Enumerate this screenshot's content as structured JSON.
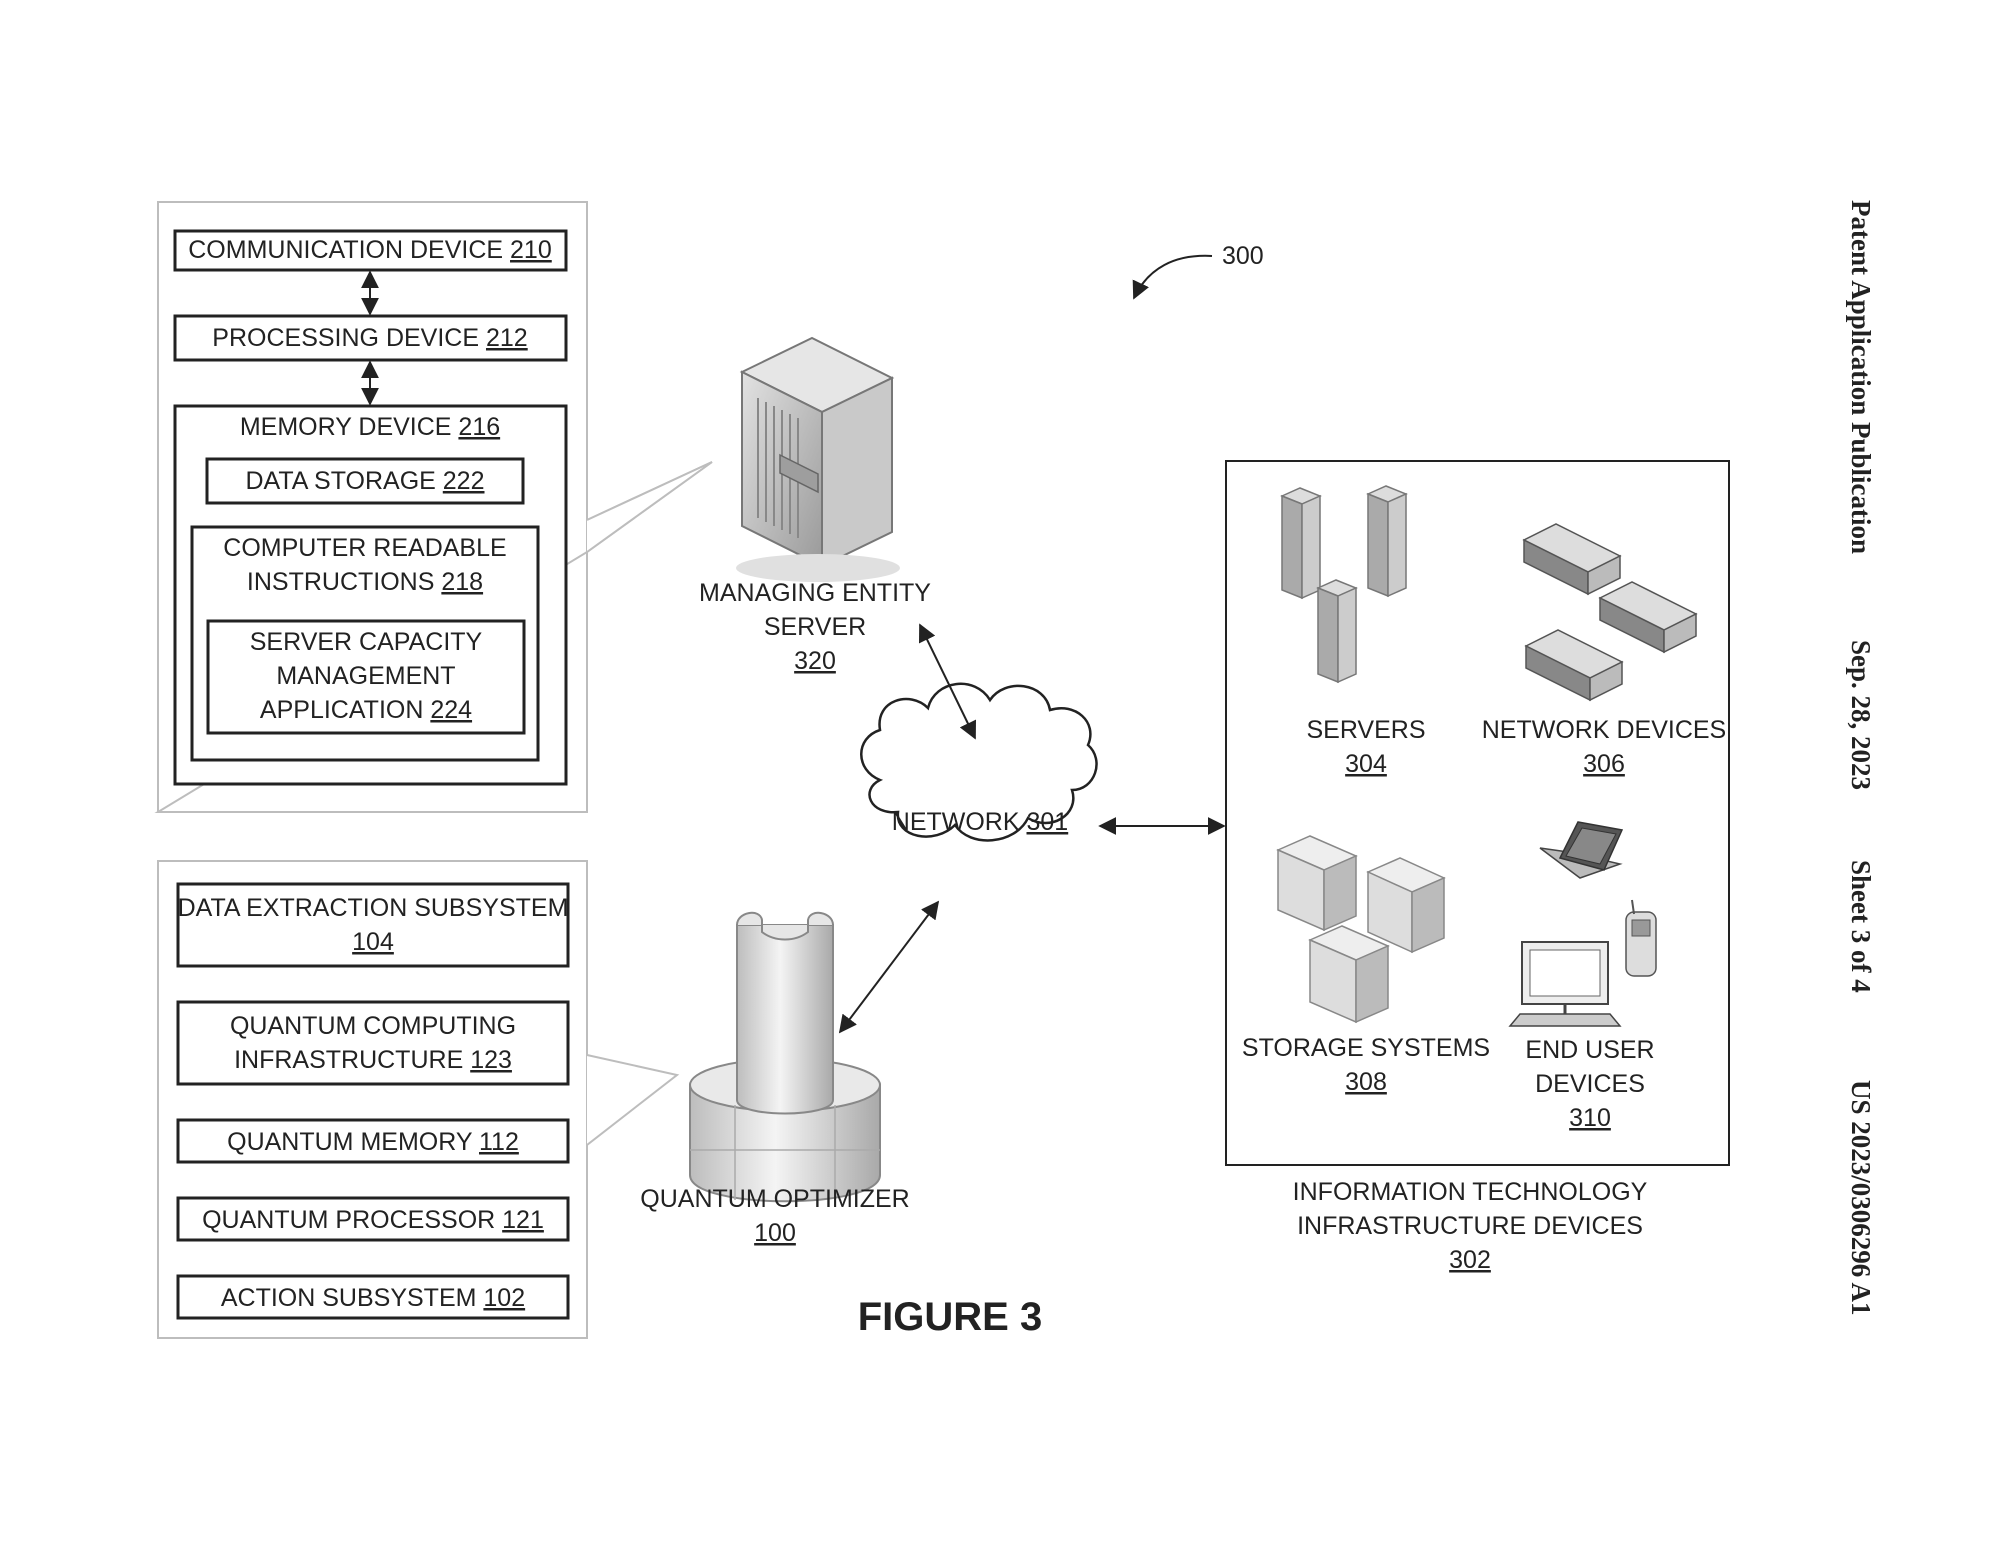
{
  "header": {
    "publication_type": "Patent Application Publication",
    "date": "Sep. 28, 2023",
    "sheet": "Sheet 3 of 4",
    "number": "US 2023/0306296 A1"
  },
  "figure_ref": "300",
  "figure_label": "FIGURE 3",
  "server_detail": {
    "communication": {
      "name": "COMMUNICATION DEVICE",
      "num": "210"
    },
    "processing": {
      "name": "PROCESSING DEVICE",
      "num": "212"
    },
    "memory": {
      "name": "MEMORY DEVICE",
      "num": "216"
    },
    "data_storage": {
      "name": "DATA STORAGE",
      "num": "222"
    },
    "instructions": {
      "line1": "COMPUTER READABLE",
      "line2": "INSTRUCTIONS",
      "num": "218"
    },
    "application": {
      "line1": "SERVER CAPACITY",
      "line2": "MANAGEMENT",
      "line3": "APPLICATION",
      "num": "224"
    }
  },
  "optimizer_detail": {
    "data_extraction": {
      "line1": "DATA EXTRACTION SUBSYSTEM",
      "num": "104"
    },
    "quantum_infra": {
      "line1": "QUANTUM COMPUTING",
      "line2": "INFRASTRUCTURE",
      "num": "123"
    },
    "quantum_memory": {
      "name": "QUANTUM MEMORY",
      "num": "112"
    },
    "quantum_processor": {
      "name": "QUANTUM PROCESSOR",
      "num": "121"
    },
    "action": {
      "name": "ACTION SUBSYSTEM",
      "num": "102"
    }
  },
  "managing_server": {
    "line1": "MANAGING ENTITY",
    "line2": "SERVER",
    "num": "320"
  },
  "network": {
    "name": "NETWORK",
    "num": "301"
  },
  "quantum_optimizer": {
    "name": "QUANTUM OPTIMIZER",
    "num": "100"
  },
  "it_infrastructure": {
    "line1": "INFORMATION TECHNOLOGY",
    "line2": "INFRASTRUCTURE DEVICES",
    "num": "302",
    "servers": {
      "name": "SERVERS",
      "num": "304"
    },
    "network_devices": {
      "name": "NETWORK DEVICES",
      "num": "306"
    },
    "storage": {
      "name": "STORAGE SYSTEMS",
      "num": "308"
    },
    "end_user": {
      "line1": "END USER",
      "line2": "DEVICES",
      "num": "310"
    }
  }
}
